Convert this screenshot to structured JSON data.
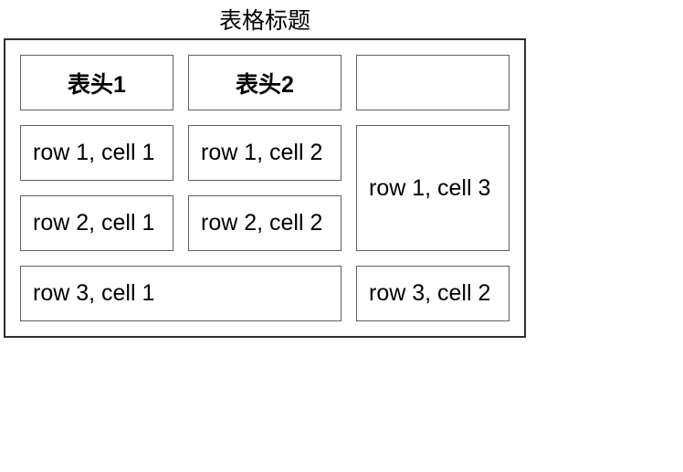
{
  "table": {
    "caption": "表格标题",
    "headers": [
      {
        "label": "表头1"
      },
      {
        "label": "表头2"
      },
      {
        "label": ""
      }
    ],
    "rows": [
      {
        "cells": [
          {
            "text": "row 1, cell 1"
          },
          {
            "text": "row 1, cell 2"
          },
          {
            "text": "row 1, cell 3",
            "rowspan": "2"
          }
        ]
      },
      {
        "cells": [
          {
            "text": "row 2, cell 1"
          },
          {
            "text": "row 2, cell 2"
          }
        ]
      },
      {
        "cells": [
          {
            "text": "row 3, cell 1",
            "colspan": "2"
          },
          {
            "text": "row 3, cell 2"
          }
        ]
      }
    ],
    "colors": {
      "background": "#ffffff",
      "text": "#000000",
      "table_border": "#2f2f2f",
      "cell_border": "#5f5f5f"
    }
  }
}
